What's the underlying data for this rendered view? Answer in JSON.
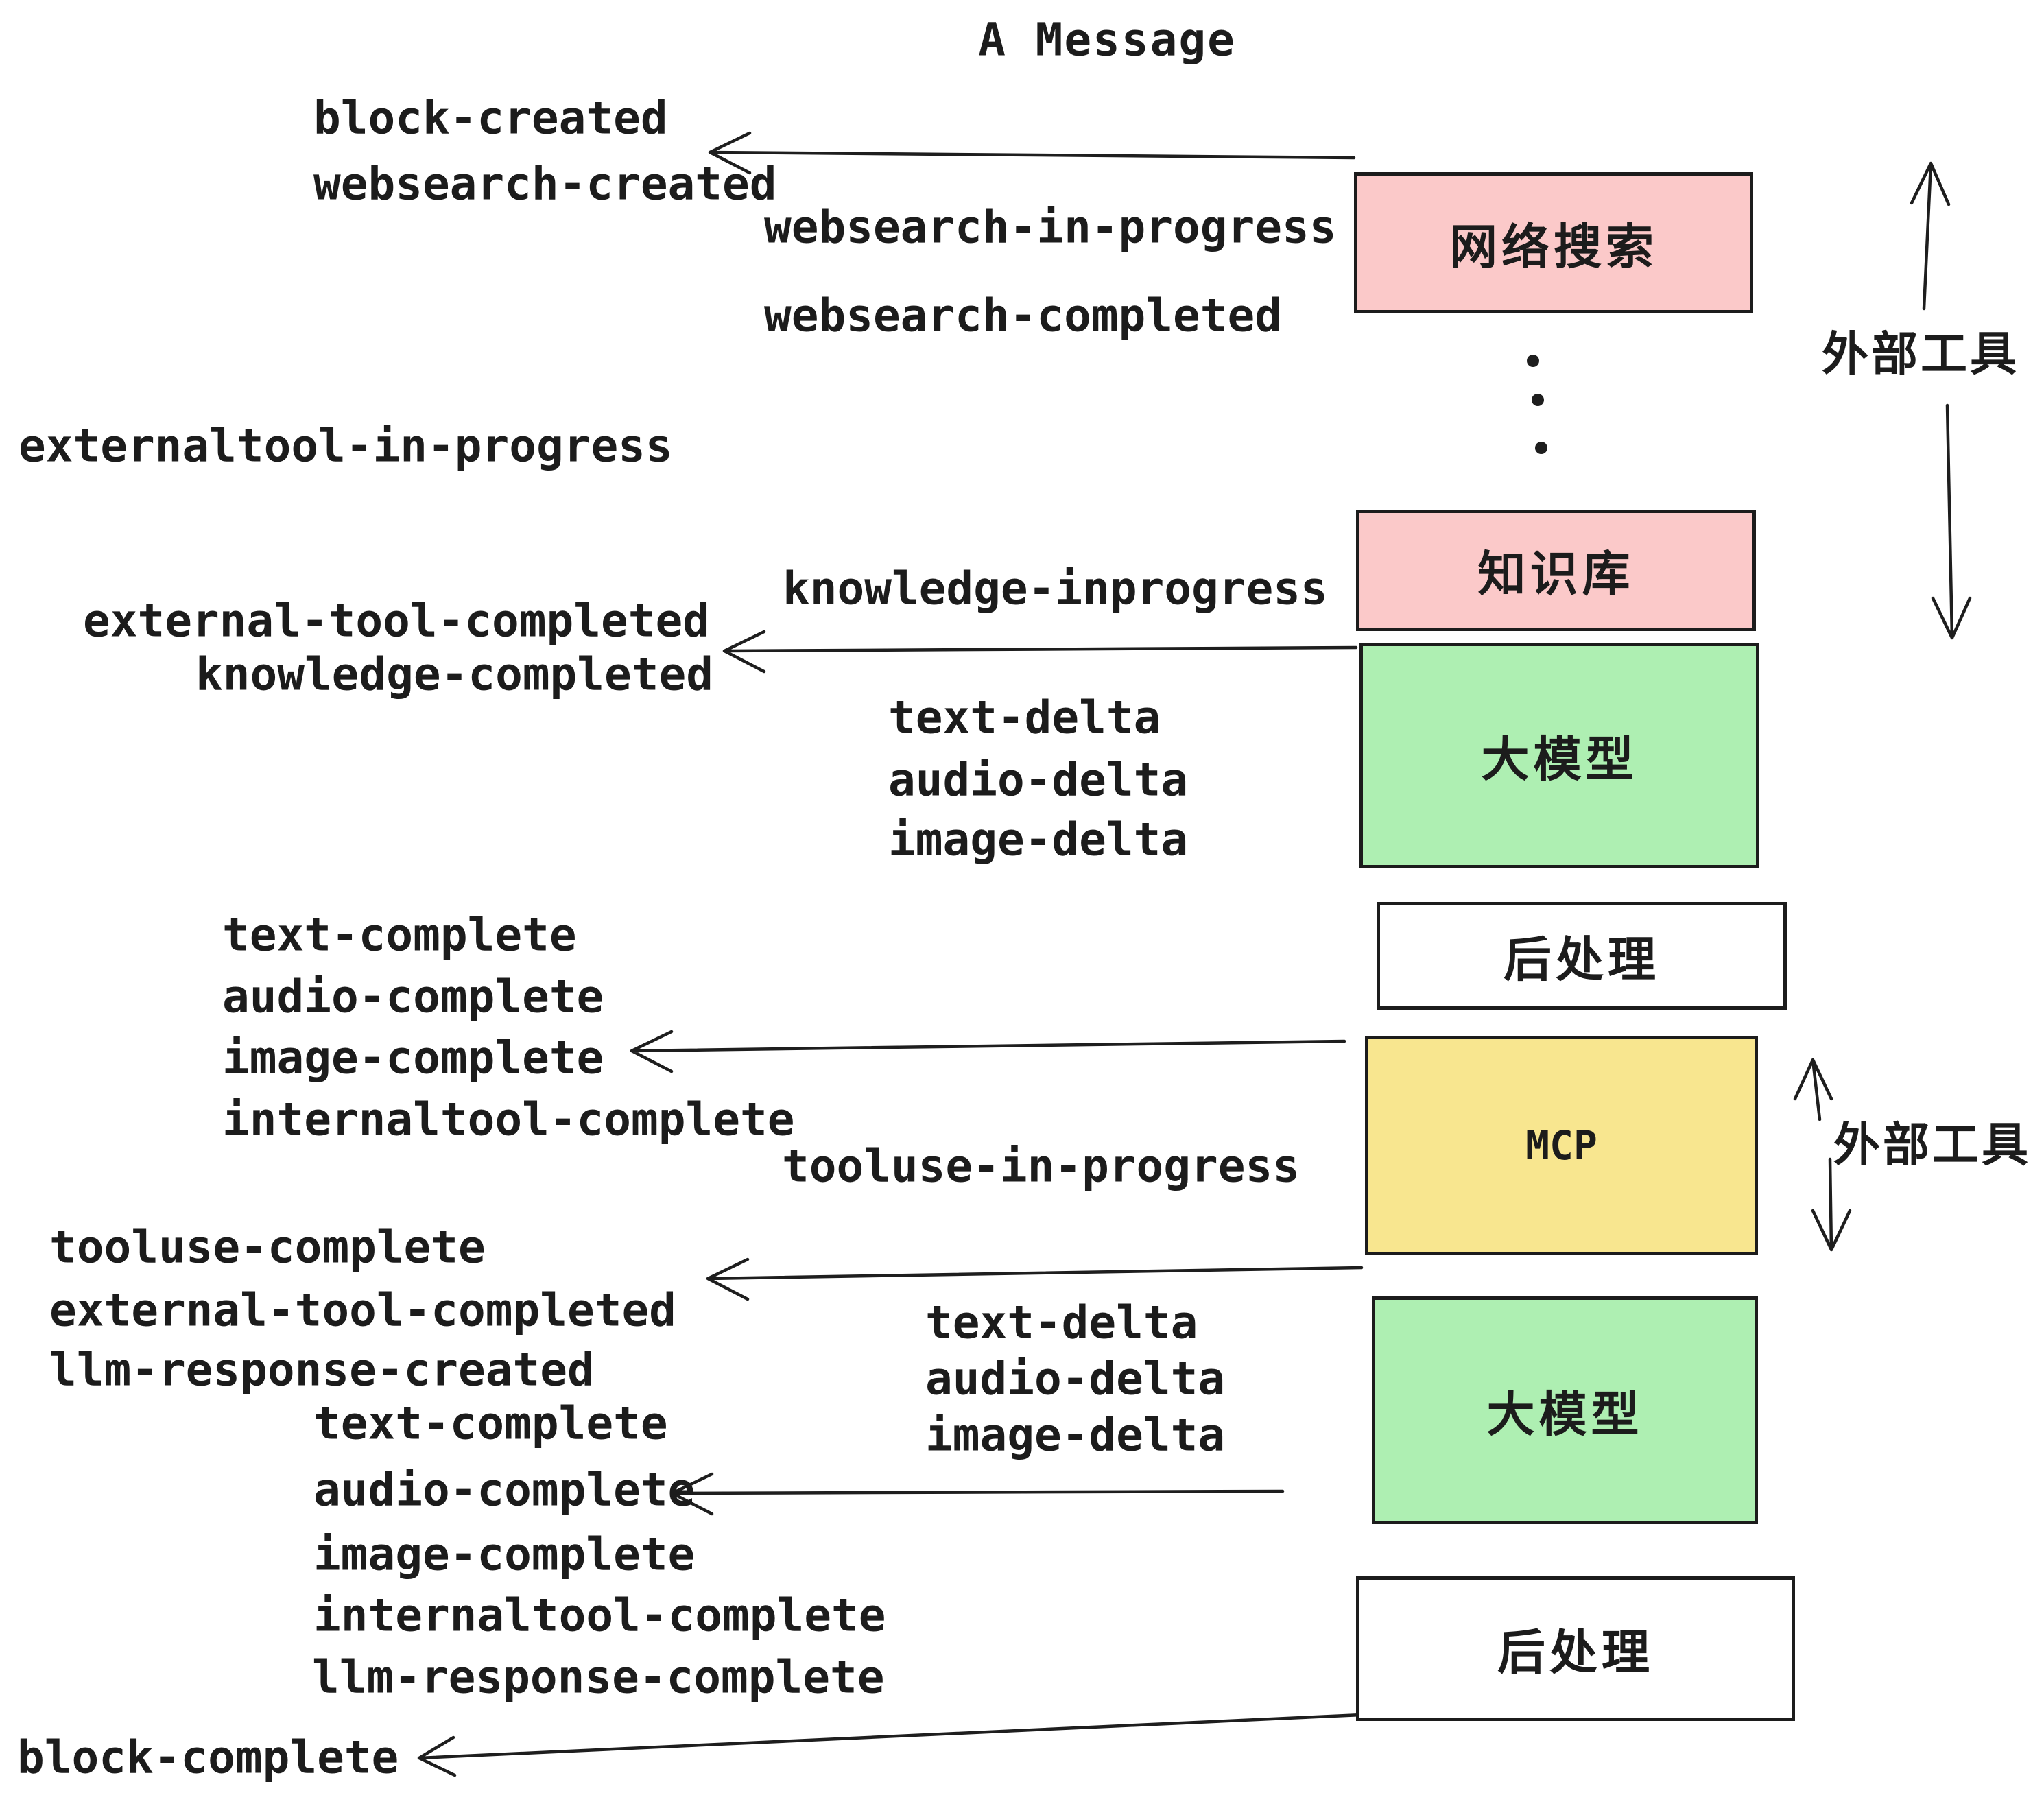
{
  "title": "A Message",
  "events": [
    {
      "id": "block-created",
      "text": "block-created"
    },
    {
      "id": "websearch-created",
      "text": "websearch-created"
    },
    {
      "id": "websearch-in-progress",
      "text": "websearch-in-progress"
    },
    {
      "id": "websearch-completed",
      "text": "websearch-completed"
    },
    {
      "id": "externaltool-in-progress",
      "text": "externaltool-in-progress"
    },
    {
      "id": "knowledge-inprogress",
      "text": "knowledge-inprogress"
    },
    {
      "id": "external-tool-completed",
      "text": "external-tool-completed"
    },
    {
      "id": "knowledge-completed",
      "text": "knowledge-completed"
    },
    {
      "id": "text-delta-1",
      "text": "text-delta"
    },
    {
      "id": "audio-delta-1",
      "text": "audio-delta"
    },
    {
      "id": "image-delta-1",
      "text": "image-delta"
    },
    {
      "id": "text-complete-1",
      "text": "text-complete"
    },
    {
      "id": "audio-complete-1",
      "text": "audio-complete"
    },
    {
      "id": "image-complete-1",
      "text": "image-complete"
    },
    {
      "id": "internaltool-complete-1",
      "text": "internaltool-complete"
    },
    {
      "id": "tooluse-in-progress",
      "text": "tooluse-in-progress"
    },
    {
      "id": "tooluse-complete",
      "text": "tooluse-complete"
    },
    {
      "id": "external-tool-completed-2",
      "text": "external-tool-completed"
    },
    {
      "id": "llm-response-created",
      "text": "llm-response-created"
    },
    {
      "id": "text-delta-2",
      "text": "text-delta"
    },
    {
      "id": "audio-delta-2",
      "text": "audio-delta"
    },
    {
      "id": "image-delta-2",
      "text": "image-delta"
    },
    {
      "id": "text-complete-2",
      "text": "text-complete"
    },
    {
      "id": "audio-complete-2",
      "text": "audio-complete"
    },
    {
      "id": "image-complete-2",
      "text": "image-complete"
    },
    {
      "id": "internaltool-complete-2",
      "text": "internaltool-complete"
    },
    {
      "id": "llm-response-complete",
      "text": "llm-response-complete"
    },
    {
      "id": "block-complete",
      "text": "block-complete"
    }
  ],
  "boxes": [
    {
      "id": "web-search",
      "label": "网络搜索",
      "color": "#FBC9C9"
    },
    {
      "id": "knowledge-base",
      "label": "知识库",
      "color": "#FBC9C9"
    },
    {
      "id": "llm-1",
      "label": "大模型",
      "color": "#AEEFB2"
    },
    {
      "id": "post-process-1",
      "label": "后处理",
      "color": "#FFFFFF"
    },
    {
      "id": "mcp",
      "label": "MCP",
      "color": "#F8E68F"
    },
    {
      "id": "llm-2",
      "label": "大模型",
      "color": "#AEEFB2"
    },
    {
      "id": "post-process-2",
      "label": "后处理",
      "color": "#FFFFFF"
    }
  ],
  "side_annotations": [
    {
      "id": "external-tools-top",
      "text": "外部工具"
    },
    {
      "id": "external-tools-bottom",
      "text": "外部工具"
    }
  ],
  "colors": {
    "pink": "#FBC9C9",
    "green": "#AEEFB2",
    "yellow": "#F8E68F",
    "white": "#FFFFFF",
    "ink": "#1C1C1C",
    "background": "#FFFFFF"
  }
}
